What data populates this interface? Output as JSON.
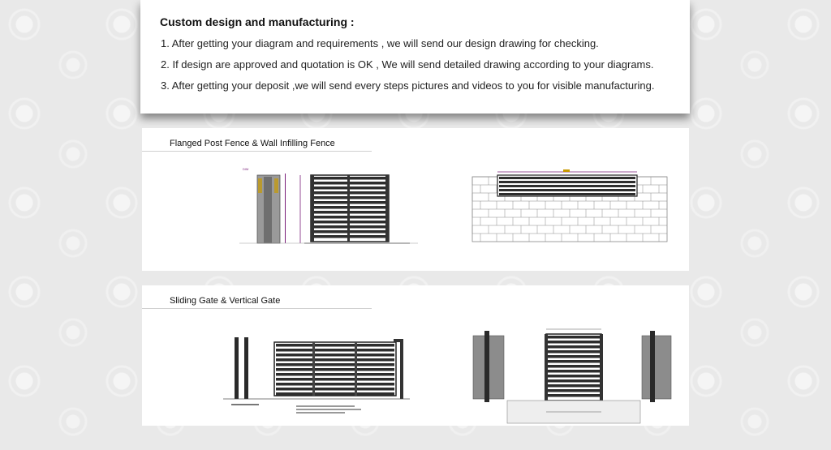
{
  "intro": {
    "heading": "Custom design and manufacturing :",
    "steps": [
      "1. After getting your diagram and requirements , we will send our design drawing for checking.",
      "2. If design are approved and quotation is OK , We will send detailed drawing according to your diagrams.",
      "3. After getting your deposit ,we will send every steps pictures and videos to you for visible manufacturing."
    ]
  },
  "panels": [
    {
      "title": "Flanged Post Fence & Wall Infilling Fence"
    },
    {
      "title": "Sliding Gate & Vertical Gate"
    }
  ],
  "colors": {
    "background": "#e9e9e9",
    "slat": "#2d2d2d",
    "post": "#3a3a3a",
    "dimension": "#7a1f7a",
    "brick": "#888888"
  }
}
